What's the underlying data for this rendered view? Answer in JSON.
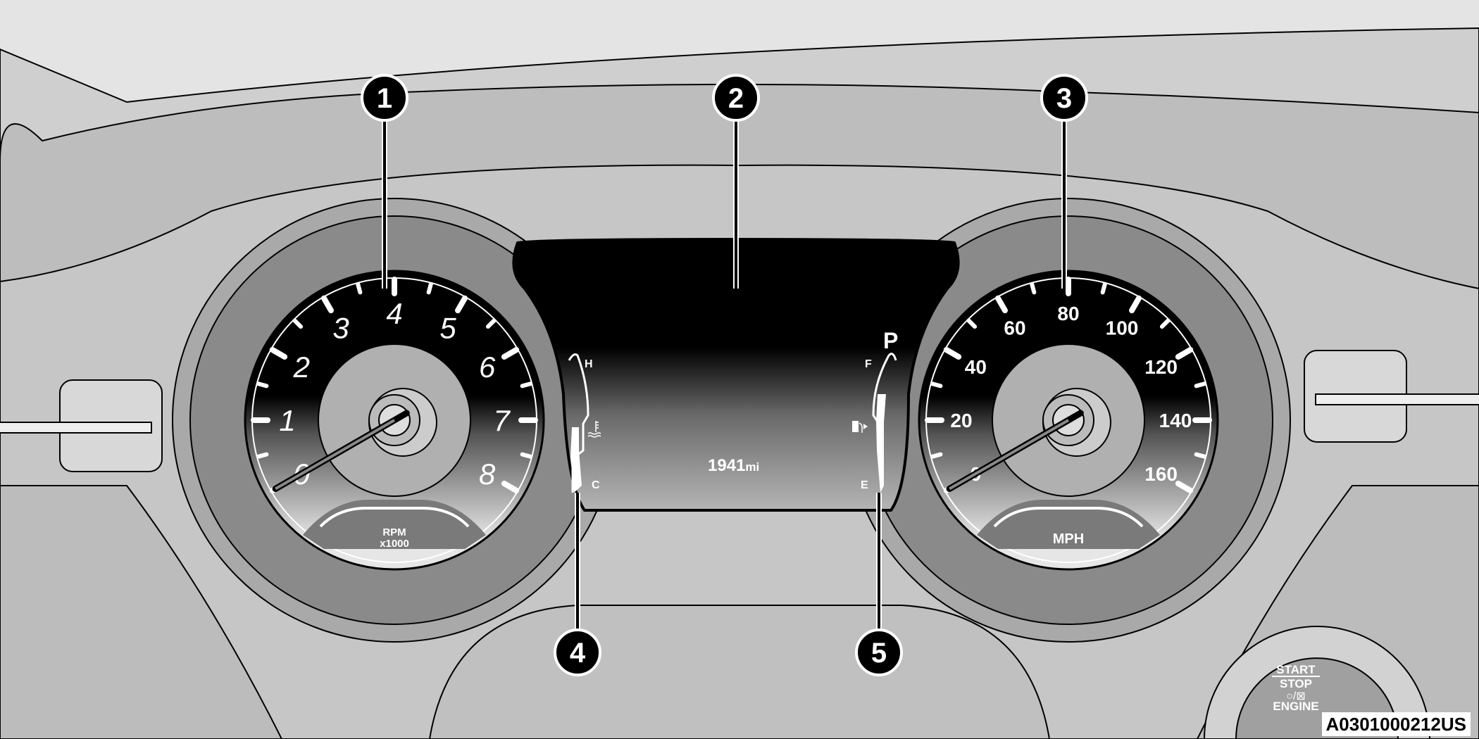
{
  "callouts": [
    "1",
    "2",
    "3",
    "4",
    "5"
  ],
  "tachometer": {
    "labels": [
      "0",
      "1",
      "2",
      "3",
      "4",
      "5",
      "6",
      "7",
      "8"
    ],
    "unit_line1": "RPM",
    "unit_line2": "x1000",
    "needle_value": 0
  },
  "speedometer": {
    "labels": [
      "0",
      "20",
      "40",
      "60",
      "80",
      "100",
      "120",
      "140",
      "160"
    ],
    "unit": "MPH",
    "needle_value": 0
  },
  "temp_gauge": {
    "high": "H",
    "low": "C",
    "icon": "coolant-temperature-icon"
  },
  "fuel_gauge": {
    "full": "F",
    "empty": "E",
    "icon": "fuel-pump-icon"
  },
  "display": {
    "odometer_value": "1941",
    "odometer_unit": "mi",
    "gear": "P"
  },
  "start_button": {
    "line1": "START",
    "line2": "STOP",
    "line4": "ENGINE",
    "icon": "power-icon"
  },
  "figure_id": "A0301000212US"
}
